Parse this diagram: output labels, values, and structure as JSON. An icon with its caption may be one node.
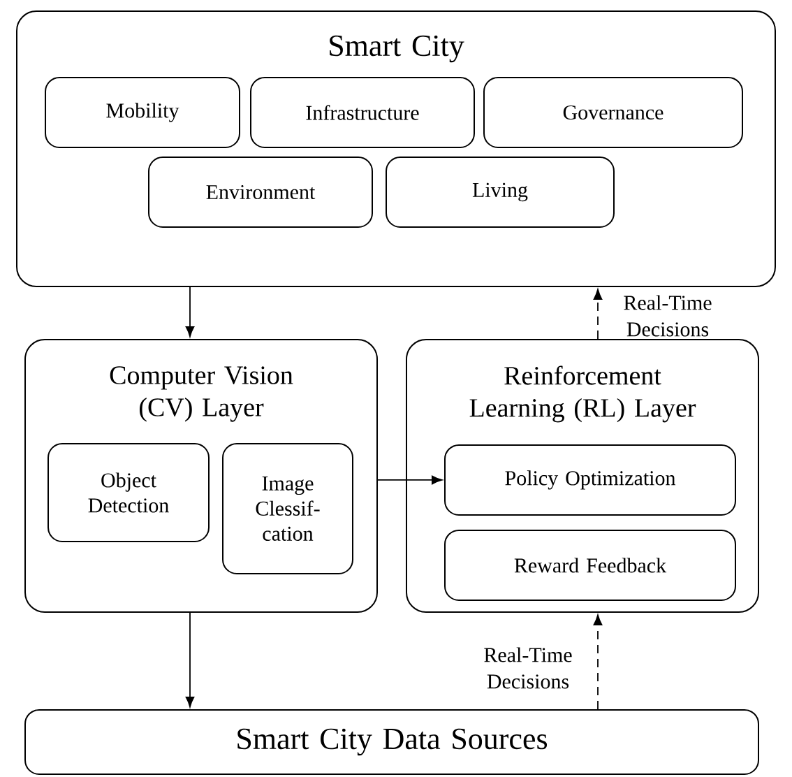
{
  "diagram": {
    "nodes": [
      {
        "text": [
          "Smart City"
        ]
      },
      {
        "text": [
          "Mobility"
        ],
        "in": 0
      },
      {
        "text": [
          "Infrastructure"
        ],
        "in": 0
      },
      {
        "text": [
          "Governance"
        ],
        "in": 0
      },
      {
        "text": [
          "Environment"
        ],
        "in": 0
      },
      {
        "text": [
          "Living"
        ],
        "in": 0
      },
      {
        "text": [
          "Computer Vision (CV) Layer"
        ]
      },
      {
        "text": [
          "Object Detection"
        ],
        "in": 6
      },
      {
        "text": [
          "Image Clessif-cation"
        ],
        "in": 6
      },
      {
        "text": [
          "Reinforcement Learning (RL) Layer"
        ]
      },
      {
        "text": [
          "Policy Optimization"
        ],
        "in": 9
      },
      {
        "text": [
          "Reward Feedback"
        ],
        "in": 9
      },
      {
        "text": [
          "Smart City Data Sources"
        ]
      }
    ],
    "edges": [
      {
        "from": 0,
        "to": 6,
        "arrow": "to"
      },
      {
        "from": 6,
        "to": 10,
        "arrow": "to"
      },
      {
        "from": 6,
        "to": 12,
        "arrow": "to"
      },
      {
        "from": 12,
        "to": 9,
        "arrow": "to",
        "label": "Real-Time Decisions",
        "style": "dashed"
      },
      {
        "from": 9,
        "to": 0,
        "arrow": "to",
        "label": "Real-Time Decisions",
        "style": "dashed"
      }
    ]
  }
}
